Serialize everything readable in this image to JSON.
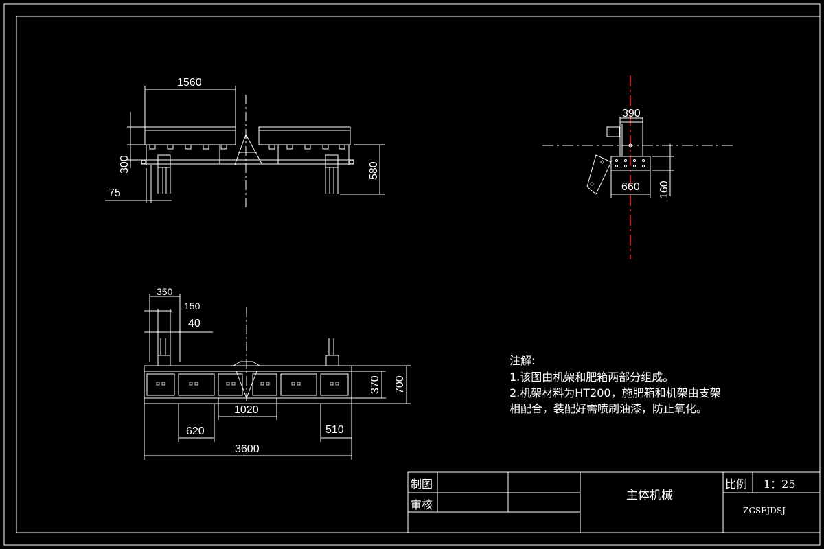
{
  "dimensions": {
    "top_view": {
      "width_1560": "1560",
      "height_300": "300",
      "offset_75": "75",
      "height_580": "580"
    },
    "side_view": {
      "width_390": "390",
      "width_660": "660",
      "height_160": "160"
    },
    "front_view": {
      "d350": "350",
      "d150": "150",
      "d40": "40",
      "d620": "620",
      "d1020": "1020",
      "d510": "510",
      "d3600": "3600",
      "d370": "370",
      "d700": "700"
    }
  },
  "notes": {
    "title": "注解:",
    "line1": "1.该图由机架和肥箱两部分组成。",
    "line2": "2.机架材料为HT200，施肥箱和机架由支架",
    "line3": "相配合，装配好需喷刷油漆，防止氧化。"
  },
  "title_block": {
    "drawn_label": "制图",
    "review_label": "审核",
    "drawing_name": "主体机械",
    "scale_label": "比例",
    "scale_value": "1：25",
    "code": "ZGSFJDSJ"
  },
  "colors": {
    "line": "#ffffff",
    "centerline": "#ff2020",
    "background": "#000000"
  }
}
